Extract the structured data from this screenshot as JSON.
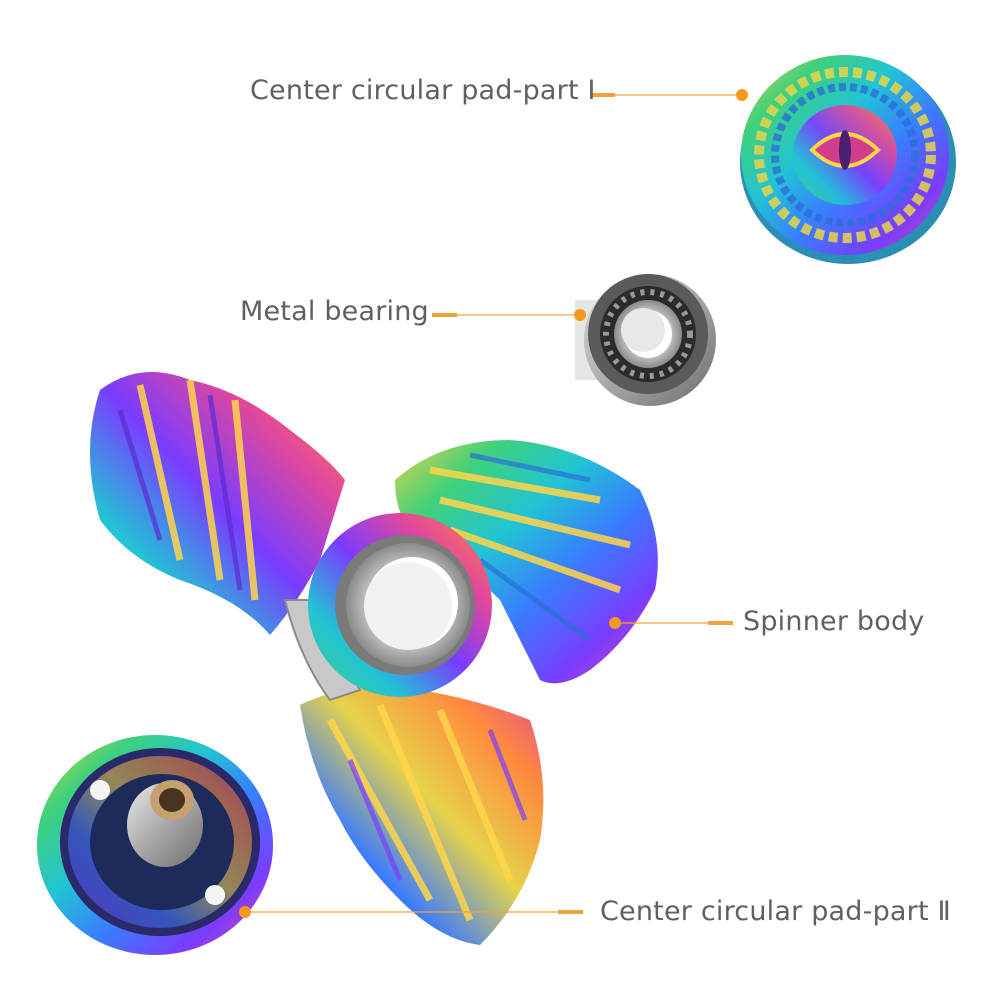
{
  "labels": {
    "pad_part_1": "Center circular pad-part Ⅰ",
    "bearing": "Metal bearing",
    "spinner_body": "Spinner body",
    "pad_part_2": "Center circular pad-part Ⅱ"
  },
  "colors": {
    "leader_line": "#f2a23a",
    "leader_dot": "#f39a1e",
    "label_text": "#606060",
    "background": "#ffffff",
    "iridescent": [
      "#7a3cff",
      "#3a7bff",
      "#22c3d6",
      "#3fd17a",
      "#e6d34a",
      "#ff8a3d",
      "#e2489a"
    ],
    "steel": [
      "#f4f4f4",
      "#bdbdbd",
      "#8a8a8a",
      "#555555"
    ]
  },
  "icons": {
    "pad_part_1": "dragon-eye-pad-icon",
    "bearing": "ball-bearing-icon",
    "spinner_body": "dragon-spinner-icon",
    "pad_part_2": "threaded-pad-icon"
  }
}
